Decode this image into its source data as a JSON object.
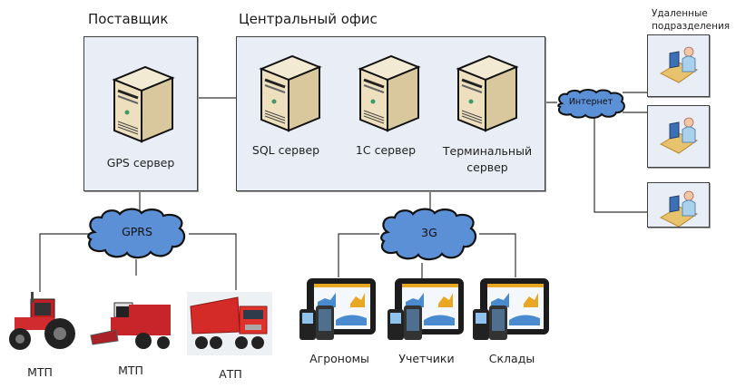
{
  "groups": {
    "supplier": {
      "title": "Поставщик",
      "servers": [
        {
          "label": "GPS сервер"
        }
      ]
    },
    "central_office": {
      "title": "Центральный офис",
      "servers": [
        {
          "label": "SQL сервер"
        },
        {
          "label": "1С сервер"
        },
        {
          "label_line1": "Терминальный",
          "label_line2": "сервер"
        }
      ]
    },
    "remote": {
      "title_line1": "Удаленные",
      "title_line2": "подразделения",
      "workstation_count": 3
    }
  },
  "networks": {
    "gprs": {
      "label": "GPRS"
    },
    "g3": {
      "label": "3G"
    },
    "internet": {
      "label": "Интернет"
    }
  },
  "vehicles": [
    {
      "icon": "tractor-icon",
      "label": "МТП"
    },
    {
      "icon": "combine-harvester-icon",
      "label": "МТП"
    },
    {
      "icon": "dump-truck-icon",
      "label": "АТП"
    }
  ],
  "mobile_groups": [
    {
      "icon": "tablet-phones-icon",
      "label": "Агрономы"
    },
    {
      "icon": "tablet-phones-icon",
      "label": "Учетчики"
    },
    {
      "icon": "tablet-phones-icon",
      "label": "Склады"
    }
  ],
  "colors": {
    "box_fill": "#e8edf6",
    "cloud_fill": "#5b8fd6",
    "server_fill": "#e3d3b0"
  }
}
